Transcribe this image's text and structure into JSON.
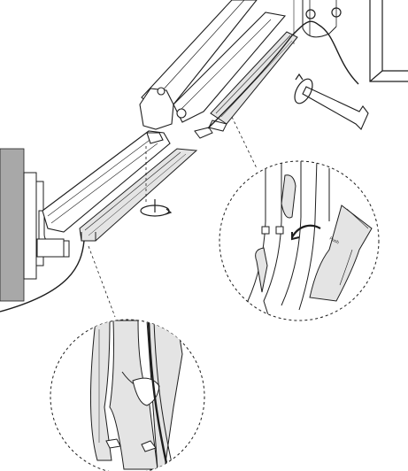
{
  "diagram": {
    "components": [
      "wall-mount-panel",
      "lower-arm",
      "upper-gas-spring-arm",
      "elbow-joint",
      "vesa-head",
      "cable-cover-lower",
      "cable-cover-upper",
      "cable",
      "hex-key"
    ],
    "icons": [
      "rotate-arrow-icon",
      "rotate-arrow-icon",
      "hex-key-icon",
      "curved-arrow-icon"
    ],
    "callouts": [
      {
        "name": "detail-cable-clip",
        "shows": "cable-cover-clip-tabs"
      },
      {
        "name": "detail-cable-routing",
        "shows": "cable-in-channel"
      }
    ],
    "detail_label": "Push"
  },
  "colors": {
    "line": "#1e1e1e",
    "wall_fill": "#a8a8a8",
    "cover_fill": "#e4e4e4",
    "background": "#ffffff"
  }
}
